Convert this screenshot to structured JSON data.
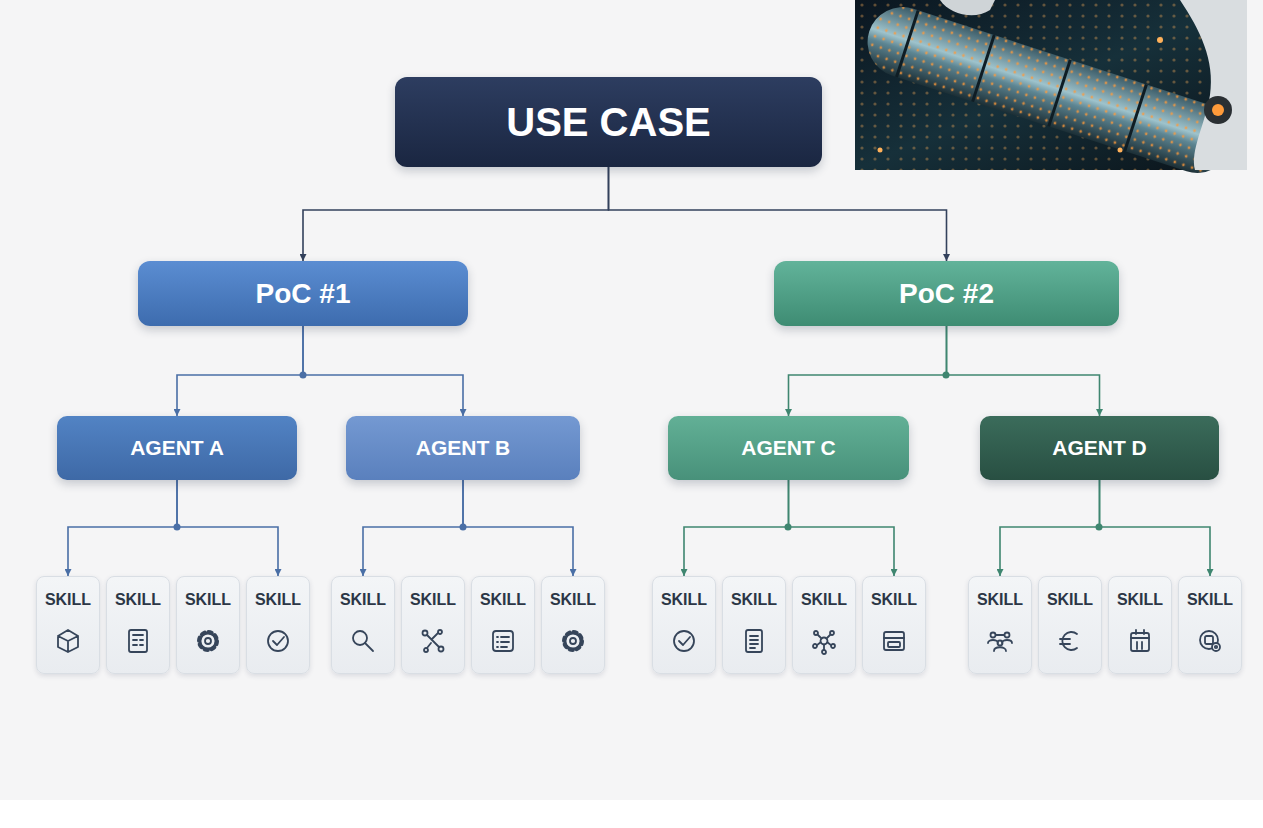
{
  "diagram": {
    "nodes": [
      {
        "text": [
          "USE CASE"
        ]
      },
      {
        "text": [
          "PoC #1"
        ]
      },
      {
        "text": [
          "PoC #2"
        ]
      },
      {
        "text": [
          "AGENT A"
        ]
      },
      {
        "text": [
          "AGENT B"
        ]
      },
      {
        "text": [
          "AGENT C"
        ]
      },
      {
        "text": [
          "AGENT D"
        ]
      },
      {
        "text": [
          "SKILL"
        ]
      },
      {
        "text": [
          "SKILL"
        ]
      },
      {
        "text": [
          "SKILL"
        ]
      },
      {
        "text": [
          "SKILL"
        ]
      },
      {
        "text": [
          "SKILL"
        ]
      },
      {
        "text": [
          "SKILL"
        ]
      },
      {
        "text": [
          "SKILL"
        ]
      },
      {
        "text": [
          "SKILL"
        ]
      },
      {
        "text": [
          "SKILL"
        ]
      },
      {
        "text": [
          "SKILL"
        ]
      },
      {
        "text": [
          "SKILL"
        ]
      },
      {
        "text": [
          "SKILL"
        ]
      },
      {
        "text": [
          "SKILL"
        ]
      },
      {
        "text": [
          "SKILL"
        ]
      },
      {
        "text": [
          "SKILL"
        ]
      },
      {
        "text": [
          "SKILL"
        ]
      }
    ],
    "edges": [
      {
        "from": 0,
        "to": 1,
        "arrow": "to"
      },
      {
        "from": 0,
        "to": 2,
        "arrow": "to"
      },
      {
        "from": 1,
        "to": 3,
        "arrow": "to"
      },
      {
        "from": 1,
        "to": 4,
        "arrow": "to"
      },
      {
        "from": 2,
        "to": 5,
        "arrow": "to"
      },
      {
        "from": 2,
        "to": 6,
        "arrow": "to"
      },
      {
        "from": 3,
        "to": 7,
        "arrow": "to"
      },
      {
        "from": 3,
        "to": 10,
        "arrow": "to"
      },
      {
        "from": 4,
        "to": 11,
        "arrow": "to"
      },
      {
        "from": 4,
        "to": 14,
        "arrow": "to"
      },
      {
        "from": 5,
        "to": 15,
        "arrow": "to"
      },
      {
        "from": 5,
        "to": 18,
        "arrow": "to"
      },
      {
        "from": 6,
        "to": 19,
        "arrow": "to"
      },
      {
        "from": 6,
        "to": 22,
        "arrow": "to"
      }
    ]
  }
}
